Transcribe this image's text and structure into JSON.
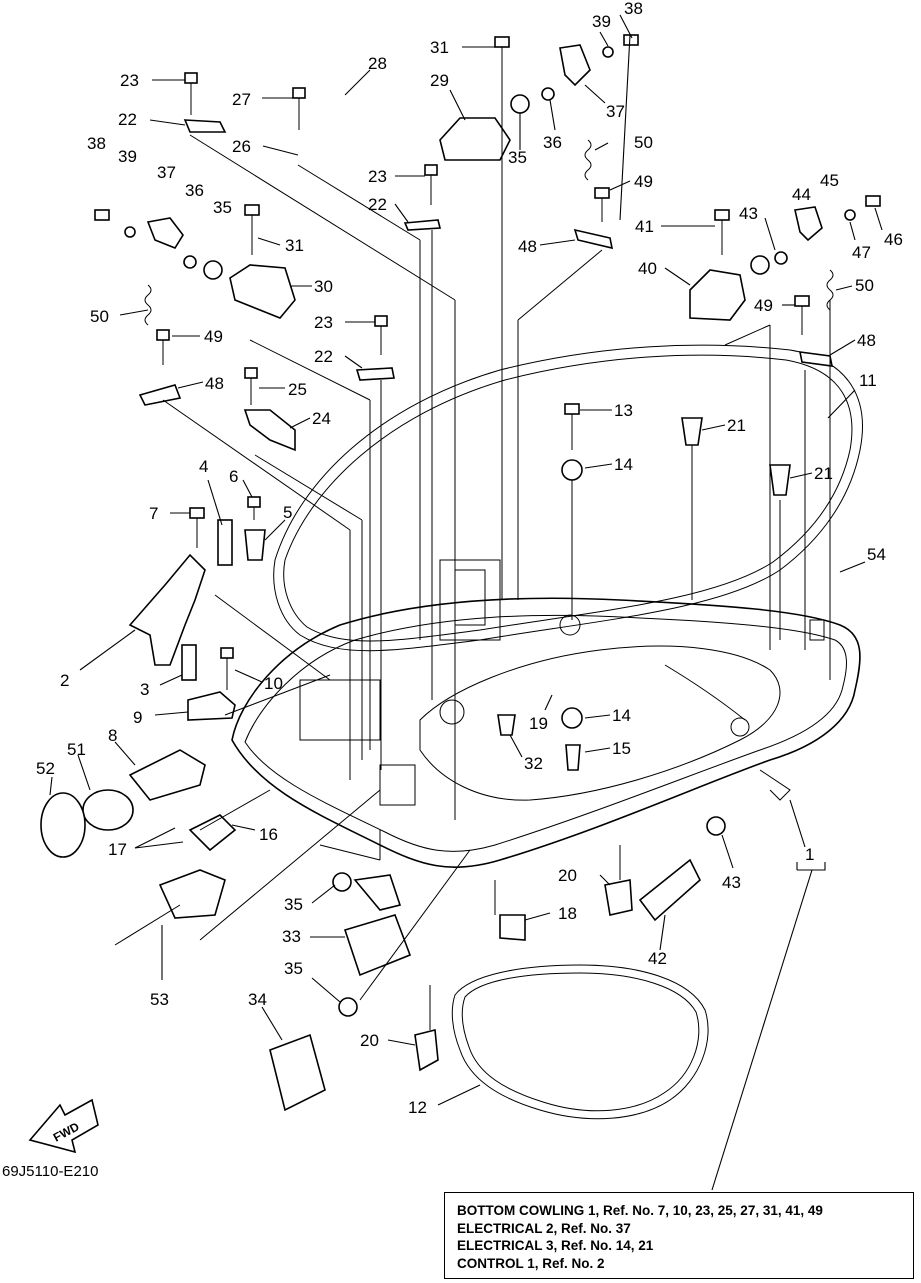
{
  "diagram_code": "69J5110-E210",
  "fwd_label": "FWD",
  "references": [
    "BOTTOM COWLING 1, Ref. No. 7, 10, 23, 25, 27, 31, 41, 49",
    "ELECTRICAL 2, Ref. No. 37",
    "ELECTRICAL 3, Ref. No. 14, 21",
    "CONTROL 1, Ref. No. 2"
  ],
  "callouts": [
    {
      "id": "c38a",
      "label": "38"
    },
    {
      "id": "c39a",
      "label": "39"
    },
    {
      "id": "c31a",
      "label": "31"
    },
    {
      "id": "c28",
      "label": "28"
    },
    {
      "id": "c29",
      "label": "29"
    },
    {
      "id": "c23a",
      "label": "23"
    },
    {
      "id": "c27",
      "label": "27"
    },
    {
      "id": "c37a",
      "label": "37"
    },
    {
      "id": "c22a",
      "label": "22"
    },
    {
      "id": "c36a",
      "label": "36"
    },
    {
      "id": "c35a",
      "label": "35"
    },
    {
      "id": "c26",
      "label": "26"
    },
    {
      "id": "c50a",
      "label": "50"
    },
    {
      "id": "c38b",
      "label": "38"
    },
    {
      "id": "c39b",
      "label": "39"
    },
    {
      "id": "c23b",
      "label": "23"
    },
    {
      "id": "c49a",
      "label": "49"
    },
    {
      "id": "c45",
      "label": "45"
    },
    {
      "id": "c37b",
      "label": "37"
    },
    {
      "id": "c36b",
      "label": "36"
    },
    {
      "id": "c35b",
      "label": "35"
    },
    {
      "id": "c22b",
      "label": "22"
    },
    {
      "id": "c44",
      "label": "44"
    },
    {
      "id": "c46",
      "label": "46"
    },
    {
      "id": "c31b",
      "label": "31"
    },
    {
      "id": "c48a",
      "label": "48"
    },
    {
      "id": "c41",
      "label": "41"
    },
    {
      "id": "c43a",
      "label": "43"
    },
    {
      "id": "c47",
      "label": "47"
    },
    {
      "id": "c30",
      "label": "30"
    },
    {
      "id": "c50b",
      "label": "50"
    },
    {
      "id": "c40",
      "label": "40"
    },
    {
      "id": "c50c",
      "label": "50"
    },
    {
      "id": "c23c",
      "label": "23"
    },
    {
      "id": "c49b",
      "label": "49"
    },
    {
      "id": "c49c",
      "label": "49"
    },
    {
      "id": "c48b",
      "label": "48"
    },
    {
      "id": "c22c",
      "label": "22"
    },
    {
      "id": "c48c",
      "label": "48"
    },
    {
      "id": "c25",
      "label": "25"
    },
    {
      "id": "c11",
      "label": "11"
    },
    {
      "id": "c13",
      "label": "13"
    },
    {
      "id": "c21a",
      "label": "21"
    },
    {
      "id": "c24",
      "label": "24"
    },
    {
      "id": "c14a",
      "label": "14"
    },
    {
      "id": "c21b",
      "label": "21"
    },
    {
      "id": "c4",
      "label": "4"
    },
    {
      "id": "c6",
      "label": "6"
    },
    {
      "id": "c7",
      "label": "7"
    },
    {
      "id": "c5",
      "label": "5"
    },
    {
      "id": "c54",
      "label": "54"
    },
    {
      "id": "c2",
      "label": "2"
    },
    {
      "id": "c10",
      "label": "10"
    },
    {
      "id": "c3",
      "label": "3"
    },
    {
      "id": "c9",
      "label": "9"
    },
    {
      "id": "c19",
      "label": "19"
    },
    {
      "id": "c14b",
      "label": "14"
    },
    {
      "id": "c8",
      "label": "8"
    },
    {
      "id": "c51",
      "label": "51"
    },
    {
      "id": "c15",
      "label": "15"
    },
    {
      "id": "c32",
      "label": "32"
    },
    {
      "id": "c52",
      "label": "52"
    },
    {
      "id": "c16",
      "label": "16"
    },
    {
      "id": "c1",
      "label": "1"
    },
    {
      "id": "c17",
      "label": "17"
    },
    {
      "id": "c20a",
      "label": "20"
    },
    {
      "id": "c43b",
      "label": "43"
    },
    {
      "id": "c35c",
      "label": "35"
    },
    {
      "id": "c18",
      "label": "18"
    },
    {
      "id": "c33",
      "label": "33"
    },
    {
      "id": "c42",
      "label": "42"
    },
    {
      "id": "c53",
      "label": "53"
    },
    {
      "id": "c35d",
      "label": "35"
    },
    {
      "id": "c34",
      "label": "34"
    },
    {
      "id": "c20b",
      "label": "20"
    },
    {
      "id": "c12",
      "label": "12"
    }
  ]
}
